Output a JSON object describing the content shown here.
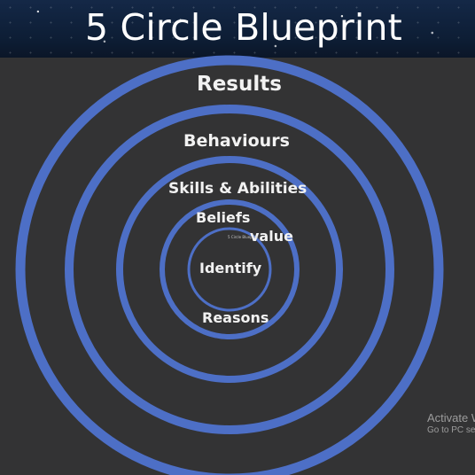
{
  "header": {
    "title": "5 Circle Blueprint"
  },
  "diagram": {
    "rings": [
      {
        "name": "Results"
      },
      {
        "name": "Behaviours"
      },
      {
        "name": "Skills & Abilities"
      },
      {
        "name": "Beliefs"
      },
      {
        "name": "Identify"
      }
    ],
    "labels": {
      "results": "Results",
      "behaviours": "Behaviours",
      "skills": "Skills & Abilities",
      "beliefs": "Beliefs",
      "value": "value",
      "identify": "Identify",
      "reasons": "Reasons",
      "tiny_text": "5 Circle Blueprint"
    },
    "colors": {
      "ring": "#4d6fc6",
      "background": "#333334",
      "header": "#0d1d34",
      "text": "#f2f2f2"
    }
  },
  "watermark": {
    "title": "Activate W",
    "subtitle": "Go to PC sett"
  }
}
